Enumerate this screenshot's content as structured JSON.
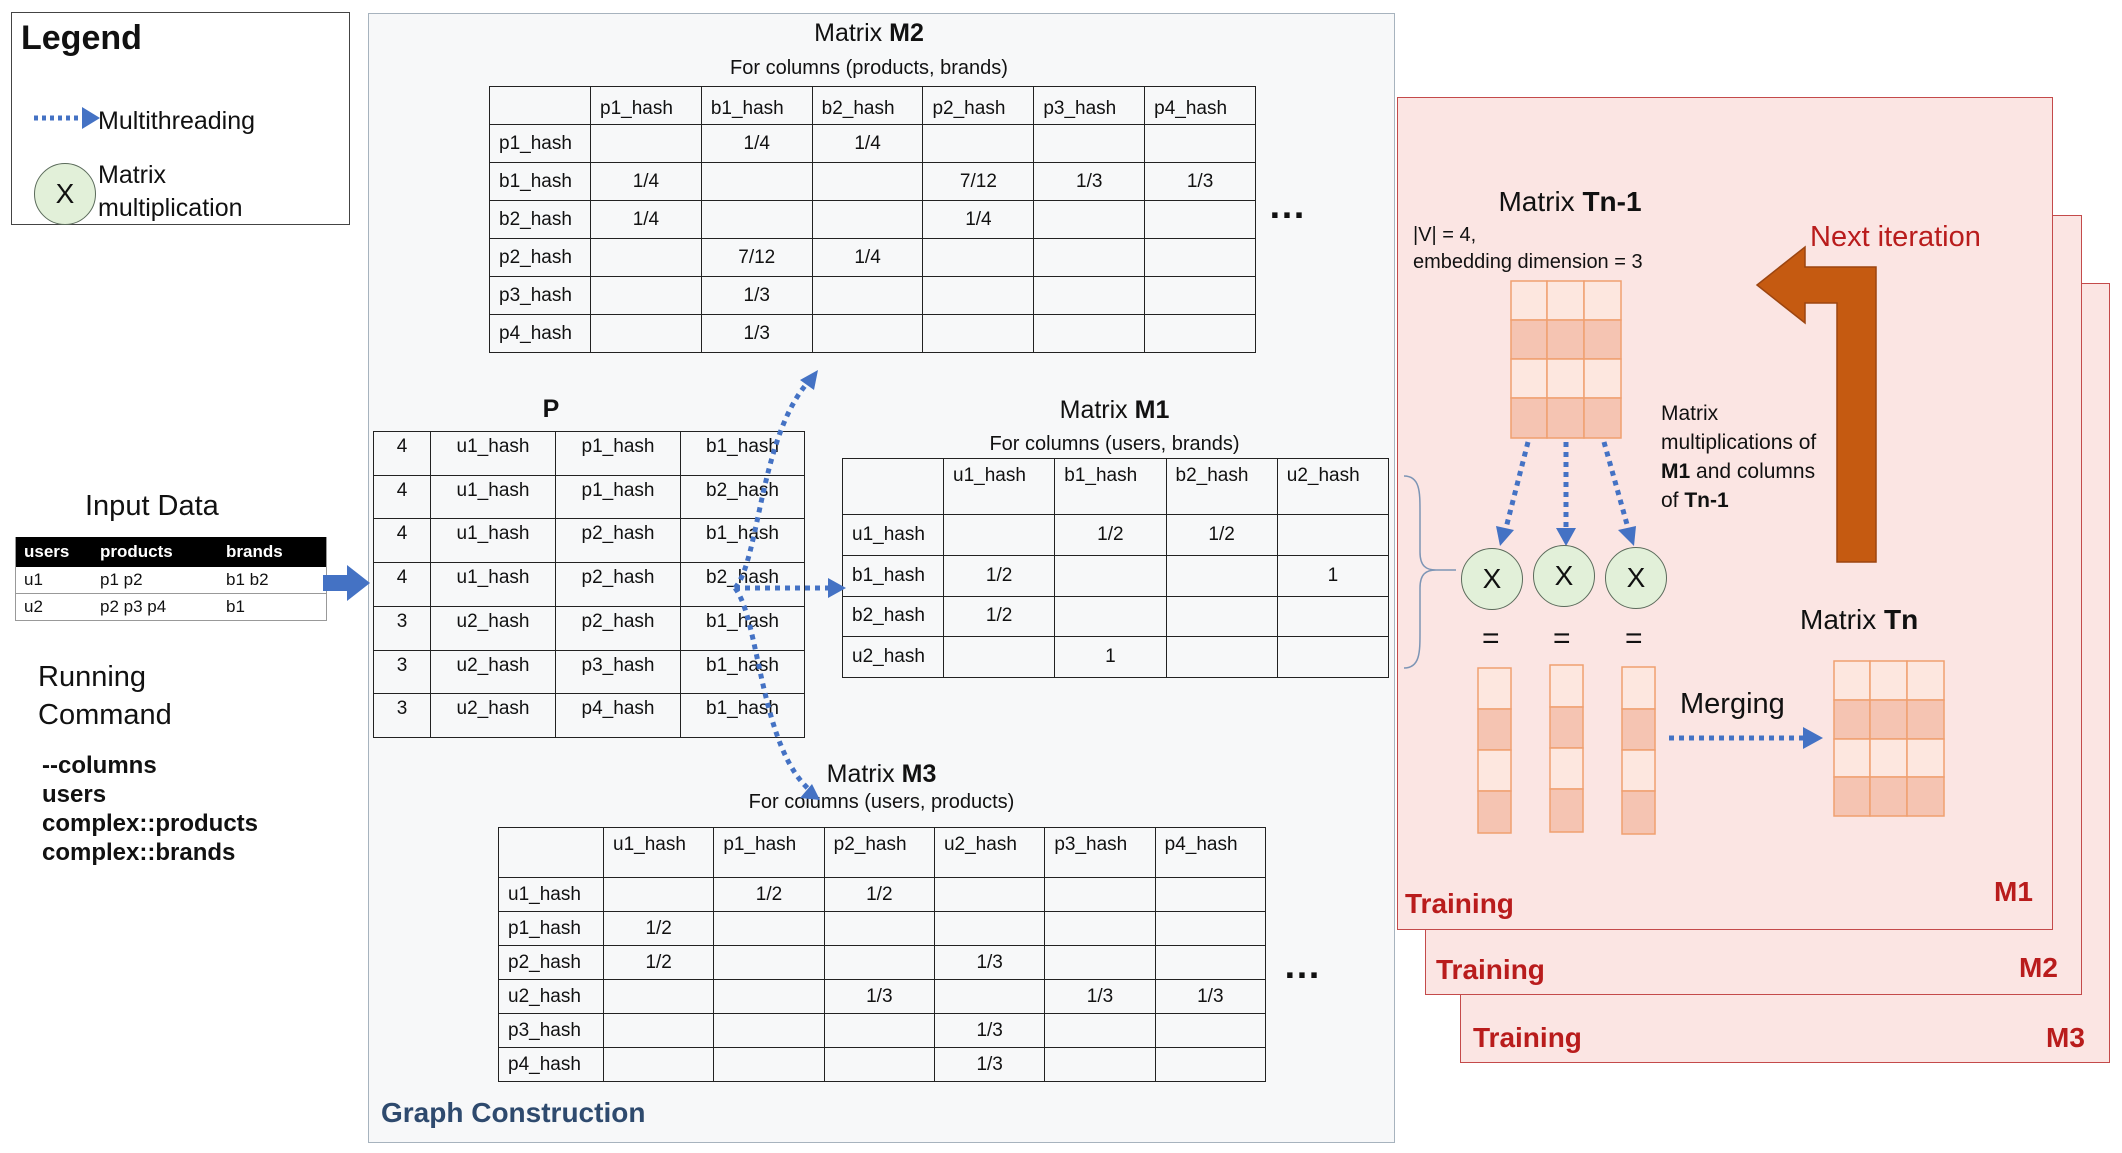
{
  "legend": {
    "title": "Legend",
    "multithreading": "Multithreading",
    "x_symbol": "X",
    "matmul_line1": "Matrix",
    "matmul_line2": "multiplication"
  },
  "input": {
    "title": "Input Data",
    "headers": [
      "users",
      "products",
      "brands"
    ],
    "rows": [
      [
        "u1",
        "p1 p2",
        "b1 b2"
      ],
      [
        "u2",
        "p2 p3 p4",
        "b1"
      ]
    ]
  },
  "command": {
    "title_line1": "Running",
    "title_line2": "Command",
    "lines": [
      "--columns",
      "users",
      "complex::products",
      "complex::brands"
    ]
  },
  "graph_construction": {
    "label": "Graph Construction",
    "p": {
      "title": "P",
      "rows": [
        [
          "4",
          "u1_hash",
          "p1_hash",
          "b1_hash"
        ],
        [
          "4",
          "u1_hash",
          "p1_hash",
          "b2_hash"
        ],
        [
          "4",
          "u1_hash",
          "p2_hash",
          "b1_hash"
        ],
        [
          "4",
          "u1_hash",
          "p2_hash",
          "b2_hash"
        ],
        [
          "3",
          "u2_hash",
          "p2_hash",
          "b1_hash"
        ],
        [
          "3",
          "u2_hash",
          "p3_hash",
          "b1_hash"
        ],
        [
          "3",
          "u2_hash",
          "p4_hash",
          "b1_hash"
        ]
      ]
    },
    "m2": {
      "title_prefix": "Matrix ",
      "title_bold": "M2",
      "subtitle": "For columns (products, brands)",
      "col_headers": [
        "p1_hash",
        "b1_hash",
        "b2_hash",
        "p2_hash",
        "p3_hash",
        "p4_hash"
      ],
      "rows": [
        {
          "label": "p1_hash",
          "cells": [
            "",
            "1/4",
            "1/4",
            "",
            "",
            ""
          ]
        },
        {
          "label": "b1_hash",
          "cells": [
            "1/4",
            "",
            "",
            "7/12",
            "1/3",
            "1/3"
          ]
        },
        {
          "label": "b2_hash",
          "cells": [
            "1/4",
            "",
            "",
            "1/4",
            "",
            ""
          ]
        },
        {
          "label": "p2_hash",
          "cells": [
            "",
            "7/12",
            "1/4",
            "",
            "",
            ""
          ]
        },
        {
          "label": "p3_hash",
          "cells": [
            "",
            "1/3",
            "",
            "",
            "",
            ""
          ]
        },
        {
          "label": "p4_hash",
          "cells": [
            "",
            "1/3",
            "",
            "",
            "",
            ""
          ]
        }
      ],
      "ellipsis": "…"
    },
    "m1": {
      "title_prefix": "Matrix ",
      "title_bold": "M1",
      "subtitle": "For columns (users, brands)",
      "col_headers": [
        "u1_hash",
        "b1_hash",
        "b2_hash",
        "u2_hash"
      ],
      "rows": [
        {
          "label": "u1_hash",
          "cells": [
            "",
            "1/2",
            "1/2",
            ""
          ]
        },
        {
          "label": "b1_hash",
          "cells": [
            "1/2",
            "",
            "",
            "1"
          ]
        },
        {
          "label": "b2_hash",
          "cells": [
            "1/2",
            "",
            "",
            ""
          ]
        },
        {
          "label": "u2_hash",
          "cells": [
            "",
            "1",
            "",
            ""
          ]
        }
      ]
    },
    "m3": {
      "title_prefix": "Matrix ",
      "title_bold": "M3",
      "subtitle": "For columns (users, products)",
      "col_headers": [
        "u1_hash",
        "p1_hash",
        "p2_hash",
        "u2_hash",
        "p3_hash",
        "p4_hash"
      ],
      "rows": [
        {
          "label": "u1_hash",
          "cells": [
            "",
            "1/2",
            "1/2",
            "",
            "",
            ""
          ]
        },
        {
          "label": "p1_hash",
          "cells": [
            "1/2",
            "",
            "",
            "",
            "",
            ""
          ]
        },
        {
          "label": "p2_hash",
          "cells": [
            "1/2",
            "",
            "",
            "1/3",
            "",
            ""
          ]
        },
        {
          "label": "u2_hash",
          "cells": [
            "",
            "",
            "1/3",
            "",
            "1/3",
            "1/3"
          ]
        },
        {
          "label": "p3_hash",
          "cells": [
            "",
            "",
            "",
            "1/3",
            "",
            ""
          ]
        },
        {
          "label": "p4_hash",
          "cells": [
            "",
            "",
            "",
            "1/3",
            "",
            ""
          ]
        }
      ],
      "ellipsis": "…"
    }
  },
  "training": {
    "label": "Training",
    "panels": [
      "M1",
      "M2",
      "M3"
    ],
    "tn1_prefix": "Matrix ",
    "tn1_bold": "Tn-1",
    "tn1_desc1": "|V| = 4,",
    "tn1_desc2": "embedding dimension = 3",
    "next_iteration": "Next iteration",
    "matmul_desc1": "Matrix",
    "matmul_desc2": "multiplications of",
    "matmul_desc3_bold": "M1",
    "matmul_desc3_rest": " and columns",
    "matmul_desc4_prefix": "of ",
    "matmul_desc4_bold": "Tn-1",
    "x_symbol": "X",
    "eq_symbol": "=",
    "merging": "Merging",
    "tn_prefix": "Matrix ",
    "tn_bold": "Tn"
  },
  "colors": {
    "arrow_blue": "#4472c4",
    "next_arrow": "#c55a11",
    "cell_fill_dark": "#f5c4b2",
    "cell_fill_light": "#fde7df",
    "cell_border": "#f0a070",
    "panel_pink": "#fbe5e3",
    "training_red": "#b91c1c"
  }
}
